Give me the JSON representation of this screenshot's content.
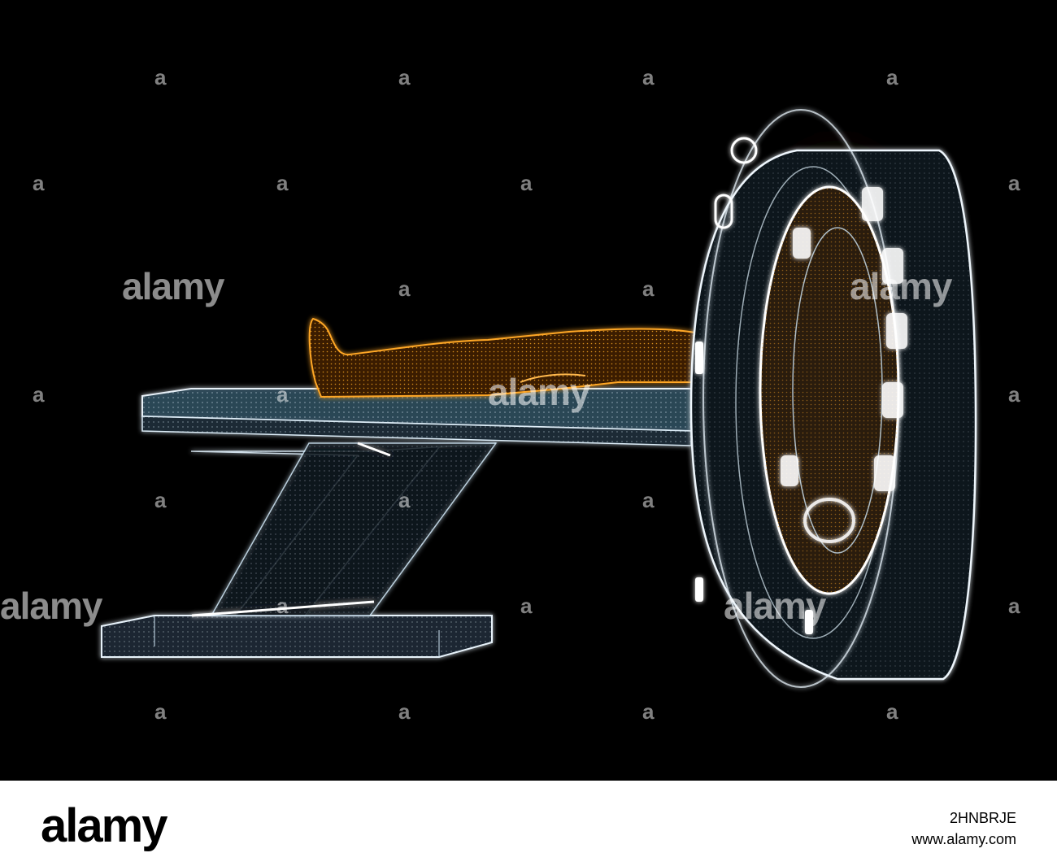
{
  "scene": {
    "description_subject": "mri-scanner-hologram",
    "colors": {
      "background": "#000000",
      "wire_blue": "#cfe6f5",
      "wire_orange": "#f59a1a"
    }
  },
  "watermark": {
    "word": "alamy",
    "letter": "a"
  },
  "footer": {
    "logo": "alamy",
    "image_id": "2HNBRJE",
    "url": "www.alamy.com"
  }
}
